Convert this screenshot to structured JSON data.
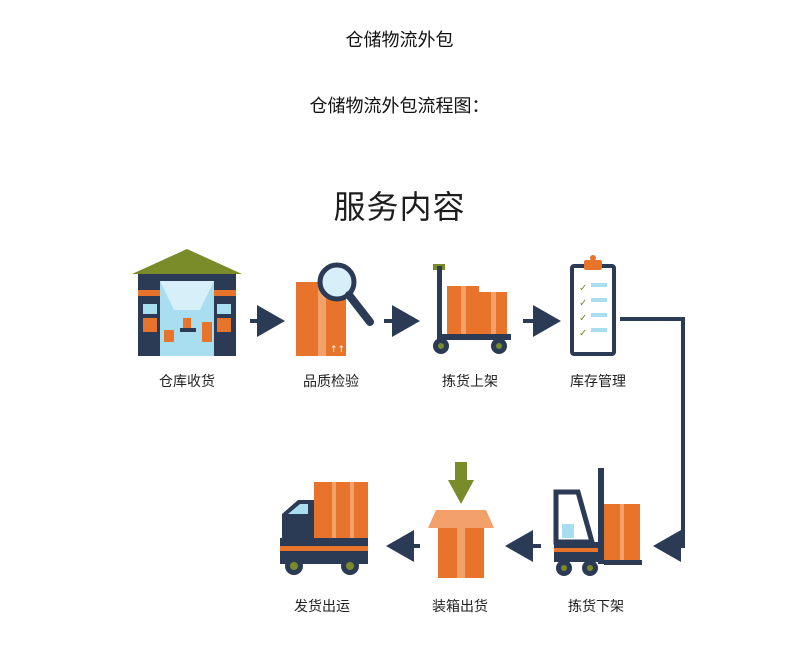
{
  "document": {
    "title": "仓储物流外包",
    "subtitle": "仓储物流外包流程图："
  },
  "diagram": {
    "heading": "服务内容",
    "steps": [
      {
        "label": "仓库收货",
        "icon": "warehouse-icon"
      },
      {
        "label": "品质检验",
        "icon": "magnifier-inspection-icon"
      },
      {
        "label": "拣货上架",
        "icon": "hand-truck-icon"
      },
      {
        "label": "库存管理",
        "icon": "clipboard-checklist-icon"
      },
      {
        "label": "拣货下架",
        "icon": "forklift-icon"
      },
      {
        "label": "装箱出货",
        "icon": "open-box-icon"
      },
      {
        "label": "发货出运",
        "icon": "delivery-truck-icon"
      }
    ],
    "colors": {
      "navy": "#2b3a55",
      "orange": "#e8742b",
      "light_orange": "#f4a06b",
      "olive": "#7a8b2a",
      "sky": "#a9ddf0"
    }
  }
}
